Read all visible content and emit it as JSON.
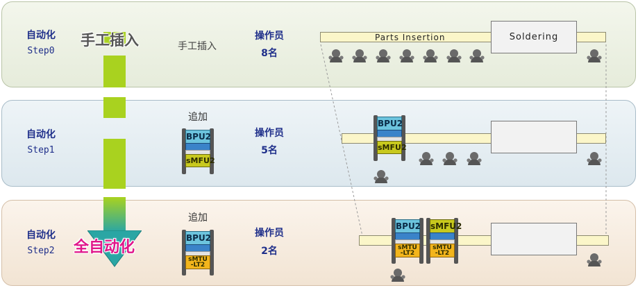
{
  "steps": [
    {
      "name": "自动化",
      "step": "Step0",
      "operator_label": "操作员",
      "operator_count": "8名",
      "manual_label": "手工插入"
    },
    {
      "name": "自动化",
      "step": "Step1",
      "operator_label": "操作员",
      "operator_count": "5名",
      "add_label": "追加"
    },
    {
      "name": "自动化",
      "step": "Step2",
      "operator_label": "操作员",
      "operator_count": "2名",
      "add_label": "追加"
    }
  ],
  "arrow": {
    "top_label": "手工插入",
    "bottom_label": "全自动化"
  },
  "line": {
    "insertion_label": "Parts Insertion",
    "soldering_label": "Soldering"
  },
  "machines": {
    "bpu": "BPU2",
    "smfu": "sMFU2",
    "smtu_line1": "sMTU",
    "smtu_line2": "-LT2"
  },
  "colors": {
    "step_text": "#1f2f8a",
    "arrow_green": "#a9d21f",
    "arrow_teal": "#2aa6a4",
    "magenta_text": "#e0168a",
    "conveyor": "#fbf6c9",
    "machine_blue": "#6cc4de",
    "machine_lime": "#c8c91e",
    "machine_orange": "#f3b51c"
  },
  "icons": [
    "worker-icon"
  ]
}
